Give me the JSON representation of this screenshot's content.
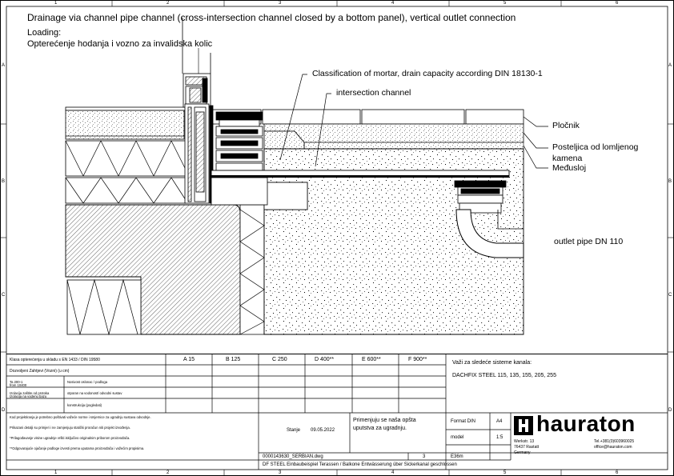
{
  "drawing": {
    "title": "Drainage via channel pipe channel (cross-intersection channel closed by a bottom panel), vertical outlet connection",
    "loading_label": "Loading:",
    "loading_value": "Opterećenje hodanja i vozno za invalidska kolic",
    "callouts": {
      "mortar": "Classification of mortar, drain capacity according DIN 18130-1",
      "intersection": "intersection channel",
      "plocnik": "Pločnik",
      "posteljica_1": "Posteljica od lomljenog",
      "posteljica_2": "kamena",
      "medusloj": "Međusloj",
      "outlet": "outlet pipe DN 110"
    },
    "frame": {
      "columns": [
        "1",
        "2",
        "3",
        "4",
        "5",
        "6"
      ],
      "rows": [
        "A",
        "B",
        "C",
        "D"
      ]
    }
  },
  "title_block": {
    "load_class_label": "Klasa opterećenja u skladu s EN 1433 / DIN 19580",
    "load_classes": [
      "A 15",
      "B 125",
      "C 250",
      "D 400**",
      "E 600**",
      "F 900**"
    ],
    "row2_label": "Dozvoljeni Zahtjevi (Vozni) (u cm)",
    "row3a_label": "Ta 200-1\nfrom 10400",
    "row3b_label": "Nosivost oslonac / podloga",
    "row4a_label": "Izolacija zaštite od protoka\nIzolacija na vodenu bazu",
    "row4b_label": "otporan na vodonost/ odvodni sustav",
    "row5_label": "konstrukcija (pogledati)",
    "systems_label": "Važi za sledeće sisteme kanala:",
    "systems_value": "DACHFIX STEEL 115, 135, 155, 205, 255",
    "notes_1": "Kod projektiranja je potrebno poštivati važeće norme i smjernice za ugradnju sustava odvodnje.",
    "notes_2": "Prikazani detalji su primjeri i ne zamjenjuju statički proračun niti projekt izvođenja.",
    "notes_3": "*Prilagođavanje visine ugradnje vršiti isključivo originalnim priborom proizvođača.",
    "notes_4": "**Odgovarajuće ojačanje podloge izvesti prema uputama proizvođača i važećim propisima.",
    "remark_1": "Primenjuju se naša opšta",
    "remark_2": "uputstva za ugradnju.",
    "status_label": "Stanje",
    "date": "09.05.2022",
    "drawing_no": "0000143630_SERBIAN.dwg",
    "sheet_no": "3",
    "sheet_code": "E36m",
    "format_label": "Format DIN",
    "format_value": "A4",
    "model_label": "model",
    "scale_value": "1:5",
    "footer": "DF STEEL Einbaubeispiel Terassen / Balkone Entwässerung über Sickerkanal geschlossen",
    "company": "hauraton",
    "address_1": "Werkstr. 13",
    "address_2": "76437 Rastatt",
    "address_3": "Germany",
    "phone": "Tel.+381(0)603960025",
    "email": "office@hauraton.com"
  },
  "colors": {
    "line": "#000000",
    "background": "#ffffff"
  }
}
